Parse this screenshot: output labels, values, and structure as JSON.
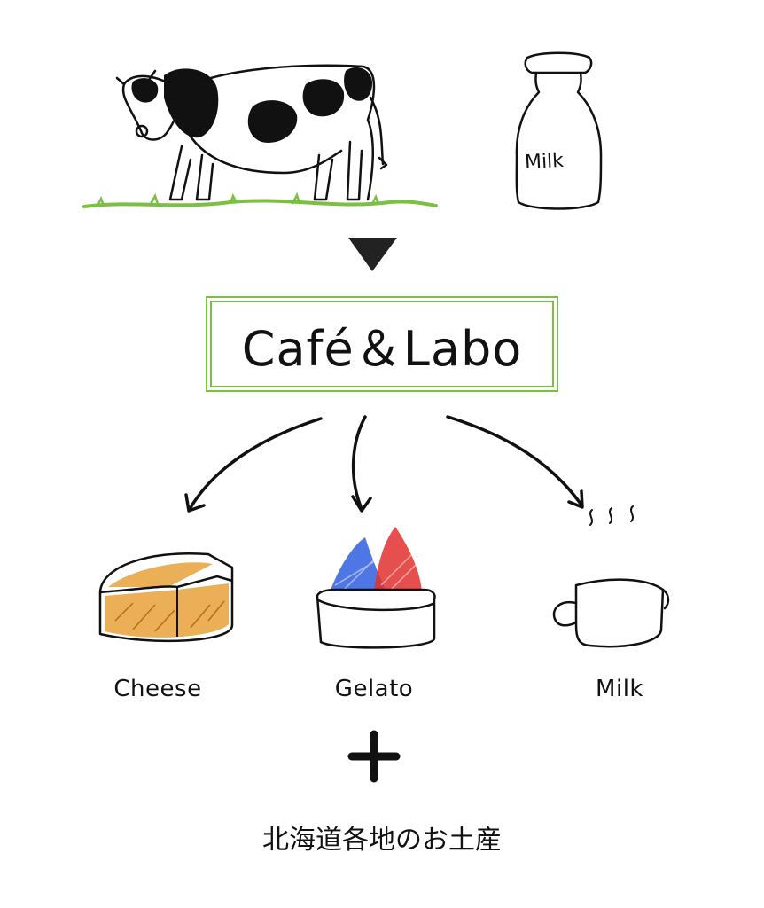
{
  "brand": {
    "title": "Café＆Labo"
  },
  "bottle": {
    "label": "Milk"
  },
  "products": [
    {
      "label": "Cheese"
    },
    {
      "label": "Gelato"
    },
    {
      "label": "Milk"
    }
  ],
  "footer": {
    "text": "北海道各地のお土産"
  },
  "colors": {
    "frame": "#79c043",
    "grass": "#7ac142",
    "cheese": "#e8a13a",
    "gelato_blue": "#2f5fe0",
    "gelato_red": "#e0302f",
    "ink": "#111111"
  }
}
